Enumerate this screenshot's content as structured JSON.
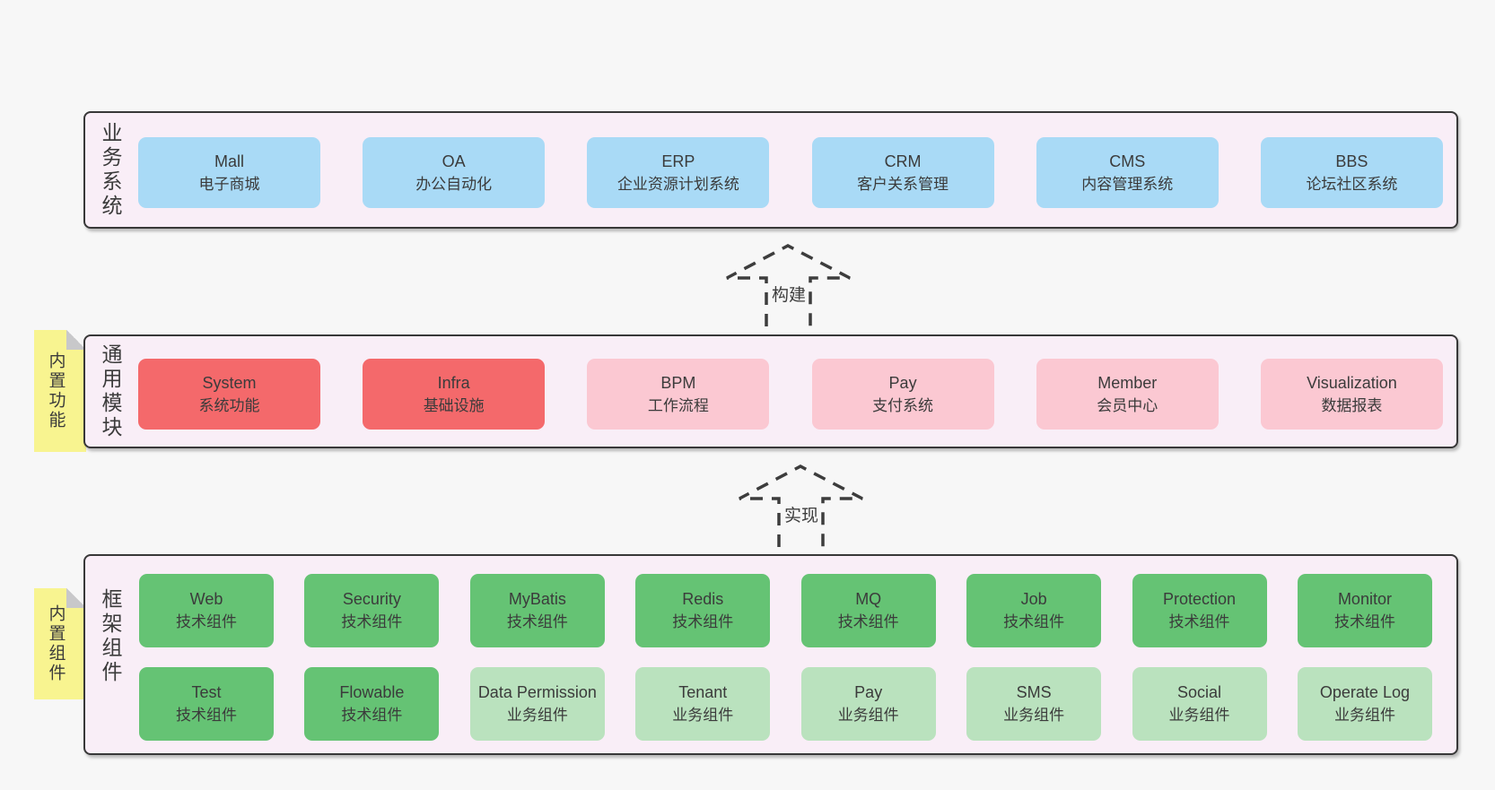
{
  "page": {
    "background": "#f7f7f7"
  },
  "colors": {
    "layer_background": "#f9eef7",
    "layer_border": "#383838",
    "business_box": "#a9daf6",
    "core_module_box": "#f4696b",
    "optional_module_box": "#fbc8d2",
    "tech_component_box": "#65c374",
    "biz_component_box": "#bae2be",
    "sticky_note": "#f8f490",
    "note_fold": "#c8c8ca",
    "arrow_stroke": "#3d3d3d",
    "text": "#3b3b3b"
  },
  "arrows": [
    {
      "label": "构建"
    },
    {
      "label": "实现"
    }
  ],
  "layers": [
    {
      "side_label": "业务系统",
      "sticky_note": null,
      "rows": [
        [
          {
            "title": "Mall",
            "subtitle": "电子商城",
            "variant": "blue"
          },
          {
            "title": "OA",
            "subtitle": "办公自动化",
            "variant": "blue"
          },
          {
            "title": "ERP",
            "subtitle": "企业资源计划系统",
            "variant": "blue"
          },
          {
            "title": "CRM",
            "subtitle": "客户关系管理",
            "variant": "blue"
          },
          {
            "title": "CMS",
            "subtitle": "内容管理系统",
            "variant": "blue"
          },
          {
            "title": "BBS",
            "subtitle": "论坛社区系统",
            "variant": "blue"
          }
        ]
      ]
    },
    {
      "side_label": "通用模块",
      "sticky_note": "内置功能",
      "rows": [
        [
          {
            "title": "System",
            "subtitle": "系统功能",
            "variant": "red"
          },
          {
            "title": "Infra",
            "subtitle": "基础设施",
            "variant": "red"
          },
          {
            "title": "BPM",
            "subtitle": "工作流程",
            "variant": "pink"
          },
          {
            "title": "Pay",
            "subtitle": "支付系统",
            "variant": "pink"
          },
          {
            "title": "Member",
            "subtitle": "会员中心",
            "variant": "pink"
          },
          {
            "title": "Visualization",
            "subtitle": "数据报表",
            "variant": "pink"
          }
        ]
      ]
    },
    {
      "side_label": "框架组件",
      "sticky_note": "内置组件",
      "rows": [
        [
          {
            "title": "Web",
            "subtitle": "技术组件",
            "variant": "green"
          },
          {
            "title": "Security",
            "subtitle": "技术组件",
            "variant": "green"
          },
          {
            "title": "MyBatis",
            "subtitle": "技术组件",
            "variant": "green"
          },
          {
            "title": "Redis",
            "subtitle": "技术组件",
            "variant": "green"
          },
          {
            "title": "MQ",
            "subtitle": "技术组件",
            "variant": "green"
          },
          {
            "title": "Job",
            "subtitle": "技术组件",
            "variant": "green"
          },
          {
            "title": "Protection",
            "subtitle": "技术组件",
            "variant": "green"
          },
          {
            "title": "Monitor",
            "subtitle": "技术组件",
            "variant": "green"
          }
        ],
        [
          {
            "title": "Test",
            "subtitle": "技术组件",
            "variant": "green"
          },
          {
            "title": "Flowable",
            "subtitle": "技术组件",
            "variant": "green"
          },
          {
            "title": "Data Permission",
            "subtitle": "业务组件",
            "variant": "lightgreen"
          },
          {
            "title": "Tenant",
            "subtitle": "业务组件",
            "variant": "lightgreen"
          },
          {
            "title": "Pay",
            "subtitle": "业务组件",
            "variant": "lightgreen"
          },
          {
            "title": "SMS",
            "subtitle": "业务组件",
            "variant": "lightgreen"
          },
          {
            "title": "Social",
            "subtitle": "业务组件",
            "variant": "lightgreen"
          },
          {
            "title": "Operate Log",
            "subtitle": "业务组件",
            "variant": "lightgreen"
          }
        ]
      ]
    }
  ]
}
